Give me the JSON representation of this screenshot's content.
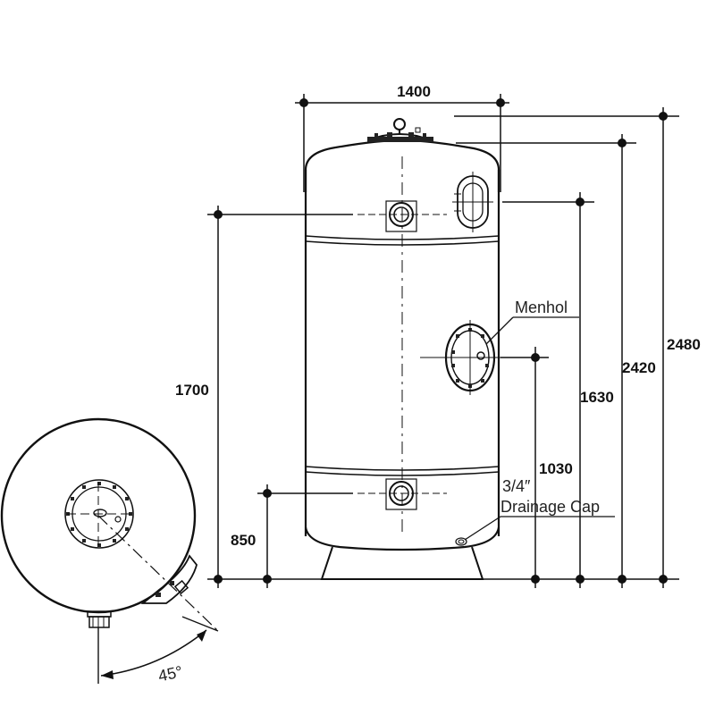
{
  "dimensions": {
    "width": "1400",
    "overall_height": "2480",
    "top_height": "2420",
    "top_nozzle_height": "1630",
    "manhole_height": "1030",
    "inlet_height": "1700",
    "bottom_nozzle_height": "850"
  },
  "labels": {
    "manhole": "Menhol",
    "drain_size": "3/4″",
    "drain_name": "Drainage Cap",
    "angle": "45°"
  },
  "colors": {
    "line": "#111111",
    "background": "#ffffff"
  }
}
